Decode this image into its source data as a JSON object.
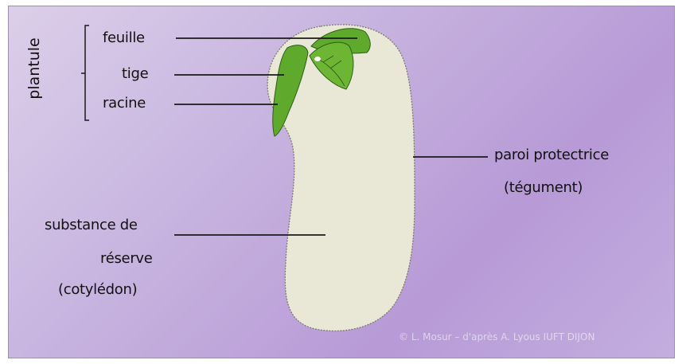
{
  "group_label": "plantule",
  "labels": {
    "feuille": "feuille",
    "tige": "tige",
    "racine": "racine",
    "paroi_line1": "paroi protectrice",
    "paroi_line2": "(tégument)",
    "substance_line1": "substance de",
    "substance_line2": "réserve",
    "substance_line3": "(cotylédon)"
  },
  "credit": "© L. Mosur – d'après A. Lyous IUFT DIJON",
  "colors": {
    "background": "#c0a8dc",
    "seed_fill": "#e9e7d6",
    "plantule_green": "#5fa92c",
    "line": "#1a1a1a"
  }
}
